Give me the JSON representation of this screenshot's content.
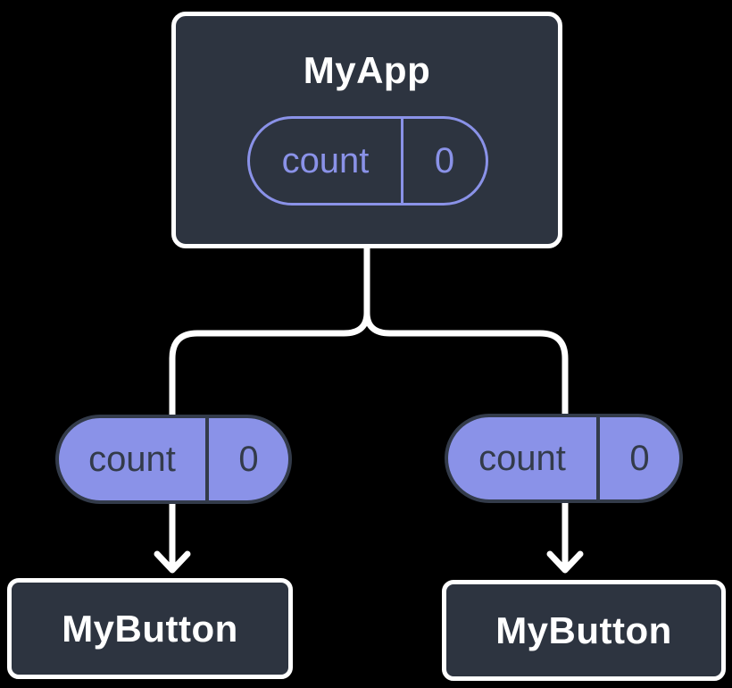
{
  "colors": {
    "background": "#000000",
    "card_fill": "#2D3440",
    "card_border": "#FFFFFF",
    "accent_purple": "#8A92E8",
    "dark_ink": "#333B4A",
    "connector_white": "#FFFFFF"
  },
  "root": {
    "title": "MyApp",
    "state": {
      "name": "count",
      "value": "0"
    }
  },
  "children": [
    {
      "title": "MyButton",
      "prop": {
        "name": "count",
        "value": "0"
      }
    },
    {
      "title": "MyButton",
      "prop": {
        "name": "count",
        "value": "0"
      }
    }
  ]
}
